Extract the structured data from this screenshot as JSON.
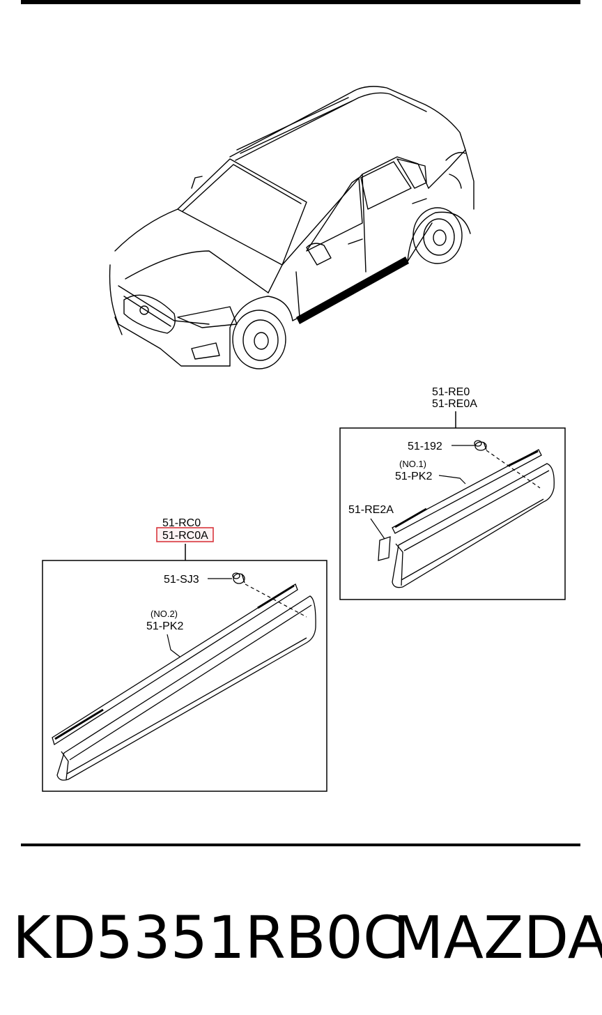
{
  "callouts": {
    "group_right": {
      "line1": "51-RE0",
      "line2": "51-RE0A"
    },
    "clip_right": "51-192",
    "molding_right_note": "(NO.1)",
    "molding_right": "51-PK2",
    "tape_right": "51-RE2A",
    "group_left": {
      "line1": "51-RC0",
      "line2": "51-RC0A"
    },
    "clip_left": "51-SJ3",
    "molding_left_note": "(NO.2)",
    "molding_left": "51-PK2"
  },
  "highlight": {
    "target": "51-RC0A",
    "color": "#d9363e"
  },
  "footer": {
    "part_number": "KD5351RB0C",
    "brand": "MAZDA"
  }
}
